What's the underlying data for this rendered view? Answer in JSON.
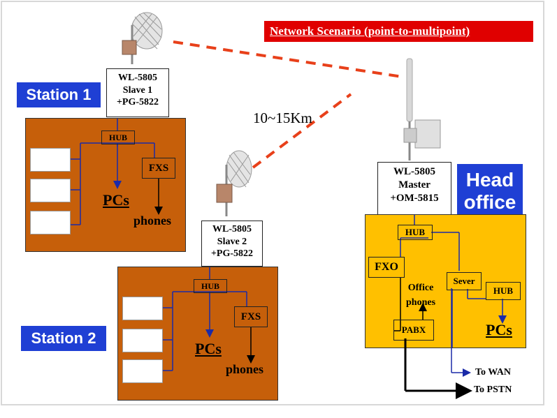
{
  "title": "Network Scenario (point-to-multipoint)",
  "distance": "10~15Km",
  "station1": {
    "name": "Station 1",
    "device_lines": [
      "WL-5805",
      "Slave 1",
      "+PG-5822"
    ],
    "hub": "HUB",
    "fxs": "FXS",
    "pcs": "PCs",
    "phones": "phones"
  },
  "station2": {
    "name": "Station 2",
    "device_lines": [
      "WL-5805",
      "Slave 2",
      "+PG-5822"
    ],
    "hub": "HUB",
    "fxs": "FXS",
    "pcs": "PCs",
    "phones": "phones"
  },
  "head": {
    "name_lines": [
      "Head",
      "office"
    ],
    "device_lines": [
      "WL-5805",
      "Master",
      "+OM-5815"
    ],
    "hub": "HUB",
    "fxo": "FXO",
    "sever": "Sever",
    "hub2": "HUB",
    "pabx": "PABX",
    "office_phones_lines": [
      "Office",
      "phones"
    ],
    "pcs": "PCs",
    "to_wan": "To WAN",
    "to_pstn": "To PSTN"
  },
  "colors": {
    "station_panel": "#c65f0a",
    "head_panel": "#ffc000",
    "label_blue": "#1f3fd4",
    "title_red": "#e00000",
    "link_dash": "#e8401a",
    "line_blue": "#1a2aa8"
  }
}
